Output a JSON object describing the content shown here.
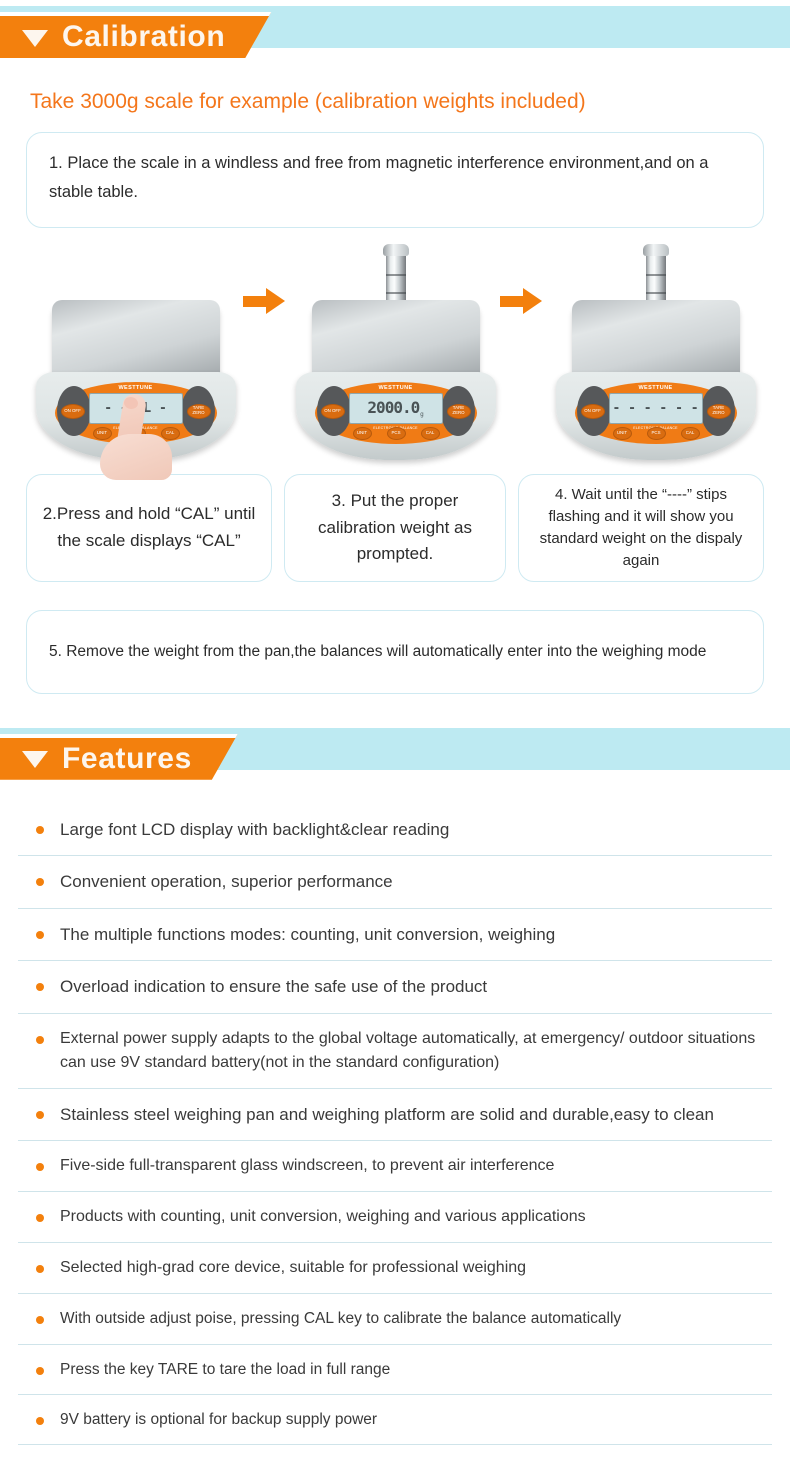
{
  "calibration": {
    "banner_title": "Calibration",
    "triangle_icon": "triangle-down-icon",
    "subtitle": "Take 3000g scale for example (calibration weights included)",
    "step1": "1. Place the scale in a windless and free from magnetic interference environment,and on a stable table.",
    "step5": "5. Remove the weight from the pan,the balances will automatically enter into the weighing mode",
    "captions": [
      "2.Press and hold “CAL” until the scale displays “CAL”",
      "3. Put the proper calibration weight as prompted.",
      "4. Wait until the “----” stips flashing and it will show you standard weight on the dispaly again"
    ],
    "scales": [
      {
        "brand": "WESTTUNE",
        "sub_label": "ELECTRONIC BALANCE",
        "display": "- -CAL -",
        "unit": "",
        "has_weight": false,
        "has_hand": true,
        "buttons": {
          "left": "ON\nOFF",
          "right": "TARE\nZERO",
          "b1": "UNIT",
          "b2": "PCS",
          "b3": "CAL"
        }
      },
      {
        "brand": "WESTTUNE",
        "sub_label": "ELECTRONIC BALANCE",
        "display": "2000.0",
        "unit": "g",
        "has_weight": true,
        "has_hand": false,
        "buttons": {
          "left": "ON\nOFF",
          "right": "TARE\nZERO",
          "b1": "UNIT",
          "b2": "PCS",
          "b3": "CAL"
        }
      },
      {
        "brand": "WESTTUNE",
        "sub_label": "ELECTRONIC BALANCE",
        "display": "- - - - - -",
        "unit": "",
        "has_weight": true,
        "has_hand": false,
        "buttons": {
          "left": "ON\nOFF",
          "right": "TARE\nZERO",
          "b1": "UNIT",
          "b2": "PCS",
          "b3": "CAL"
        }
      }
    ],
    "arrow_icon": "arrow-right-icon"
  },
  "features": {
    "banner_title": "Features",
    "triangle_icon": "triangle-down-icon",
    "items": [
      "Large font LCD display with backlight&clear reading",
      "Convenient operation, superior performance",
      "The multiple functions modes: counting, unit conversion, weighing",
      "Overload indication to ensure the safe use of the product",
      "External power supply adapts to the global voltage automatically, at emergency/ outdoor situations can use 9V standard battery(not in the standard configuration)",
      "Stainless steel weighing pan and weighing platform are solid and durable,easy to clean",
      "Five-side full-transparent glass windscreen, to prevent air interference",
      "Products with counting, unit conversion, weighing and various applications",
      "Selected high-grad core device, suitable for professional weighing",
      "With outside adjust poise, pressing CAL key to calibrate the balance automatically",
      "Press the key TARE to tare the load in full range",
      "9V battery is optional for backup supply power"
    ]
  },
  "colors": {
    "accent_orange": "#f3800d",
    "band_blue": "#bdeaf2",
    "border_blue": "#cfeaf2",
    "text_dark": "#2b2b2b"
  }
}
